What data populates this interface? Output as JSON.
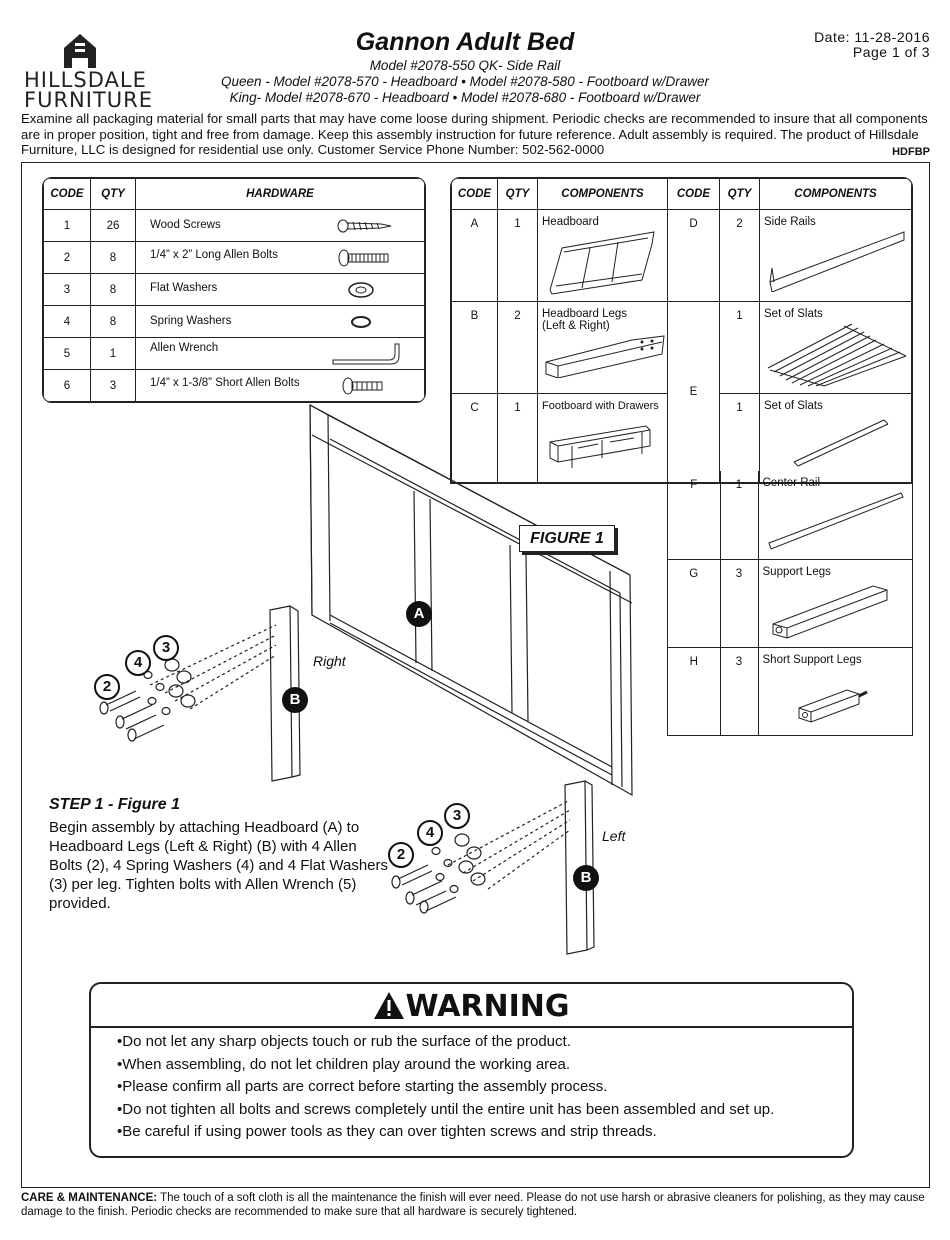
{
  "header": {
    "logo_line1": "HILLSDALE",
    "logo_line2": "FURNITURE",
    "title": "Gannon Adult Bed",
    "sub1": "Model #2078-550 QK- Side Rail",
    "sub2": "Queen - Model #2078-570 - Headboard • Model #2078-580 - Footboard w/Drawer",
    "sub3": "King- Model #2078-670 - Headboard • Model #2078-680 - Footboard w/Drawer",
    "date": "Date: 11-28-2016",
    "page": "Page 1 of 3",
    "intro": "Examine all packaging material for small parts that may have come loose during shipment. Periodic checks are recommended to insure that all components are in proper position, tight and free from damage. Keep this assembly instruction for future reference. Adult assembly is required. The product of Hillsdale Furniture, LLC is designed for residential use only. Customer Service Phone Number: 502-562-0000",
    "doc_code": "HDFBP"
  },
  "hardware": {
    "headers": [
      "CODE",
      "QTY",
      "HARDWARE"
    ],
    "rows": [
      {
        "code": "1",
        "qty": "26",
        "name": "Wood Screws"
      },
      {
        "code": "2",
        "qty": "8",
        "name": "1/4” x 2” Long Allen Bolts"
      },
      {
        "code": "3",
        "qty": "8",
        "name": "Flat Washers"
      },
      {
        "code": "4",
        "qty": "8",
        "name": "Spring Washers"
      },
      {
        "code": "5",
        "qty": "1",
        "name": "Allen Wrench"
      },
      {
        "code": "6",
        "qty": "3",
        "name": "1/4” x 1-3/8” Short Allen Bolts"
      }
    ]
  },
  "components": {
    "headers": [
      "CODE",
      "QTY",
      "COMPONENTS",
      "CODE",
      "QTY",
      "COMPONENTS"
    ],
    "left": [
      {
        "code": "A",
        "qty": "1",
        "name": "Headboard"
      },
      {
        "code": "B",
        "qty": "2",
        "name": "Headboard Legs",
        "name2": "(Left & Right)"
      },
      {
        "code": "C",
        "qty": "1",
        "name": "Footboard with Drawers"
      }
    ],
    "right": [
      {
        "code": "D",
        "qty": "2",
        "name": "Side Rails"
      },
      {
        "code": "E",
        "qty": "1",
        "name": "Set of Slats"
      },
      {
        "code": "",
        "qty": "1",
        "name": "Set of Slats"
      },
      {
        "code": "F",
        "qty": "1",
        "name": "Center Rail"
      },
      {
        "code": "G",
        "qty": "3",
        "name": "Support Legs"
      },
      {
        "code": "H",
        "qty": "3",
        "name": "Short Support Legs"
      }
    ]
  },
  "figure": {
    "label": "FIGURE 1",
    "callout_a": "A",
    "callout_b": "B",
    "callout_2": "2",
    "callout_3": "3",
    "callout_4": "4",
    "right_label": "Right",
    "left_label": "Left"
  },
  "step": {
    "title": "STEP 1 - Figure 1",
    "text": "Begin assembly by attaching Headboard (A) to Headboard Legs (Left & Right) (B) with 4 Allen Bolts (2), 4 Spring Washers (4) and 4 Flat Washers (3) per leg. Tighten bolts with Allen Wrench (5) provided."
  },
  "warning": {
    "heading": "WARNING",
    "items": [
      "Do not let any sharp objects touch or rub the surface of the product.",
      "When assembling, do not let children play around the working area.",
      "Please confirm all parts are correct before starting the assembly process.",
      "Do not tighten all bolts and screws completely until the entire unit has been assembled and set up.",
      "Be careful if using power tools as they can over tighten screws and strip threads."
    ]
  },
  "care": {
    "label": "CARE & MAINTENANCE:",
    "text": " The touch of a soft cloth is all the maintenance the finish will ever need. Please do not use harsh or abrasive cleaners for polishing, as they may cause damage to the finish. Periodic checks are recommended to make sure that all hardware is securely tightened."
  }
}
